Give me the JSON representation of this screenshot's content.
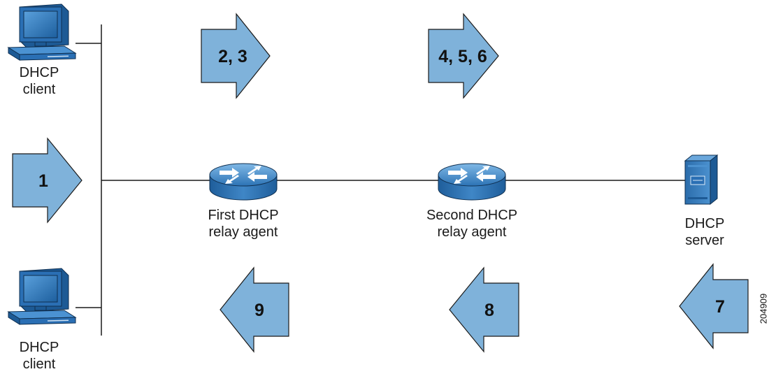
{
  "colors": {
    "arrow_fill": "#7fb2da",
    "line": "#1a1a1a",
    "pc_blue": "#2a6fb4",
    "router_blue": "#3f86c6",
    "server_blue": "#3a7dbf"
  },
  "nodes": {
    "client_top": {
      "line1": "DHCP",
      "line2": "client",
      "icon": "computer-icon"
    },
    "client_bottom": {
      "line1": "DHCP",
      "line2": "client",
      "icon": "computer-icon"
    },
    "relay_first": {
      "line1": "First DHCP",
      "line2": "relay agent",
      "icon": "router-icon"
    },
    "relay_second": {
      "line1": "Second DHCP",
      "line2": "relay agent",
      "icon": "router-icon"
    },
    "server": {
      "line1": "DHCP",
      "line2": "server",
      "icon": "server-icon"
    }
  },
  "steps": {
    "s1": {
      "label": "1",
      "direction": "right"
    },
    "s23": {
      "label": "2, 3",
      "direction": "right"
    },
    "s456": {
      "label": "4, 5, 6",
      "direction": "right"
    },
    "s7": {
      "label": "7",
      "direction": "left"
    },
    "s8": {
      "label": "8",
      "direction": "left"
    },
    "s9": {
      "label": "9",
      "direction": "left"
    }
  },
  "figure_id": "204909"
}
